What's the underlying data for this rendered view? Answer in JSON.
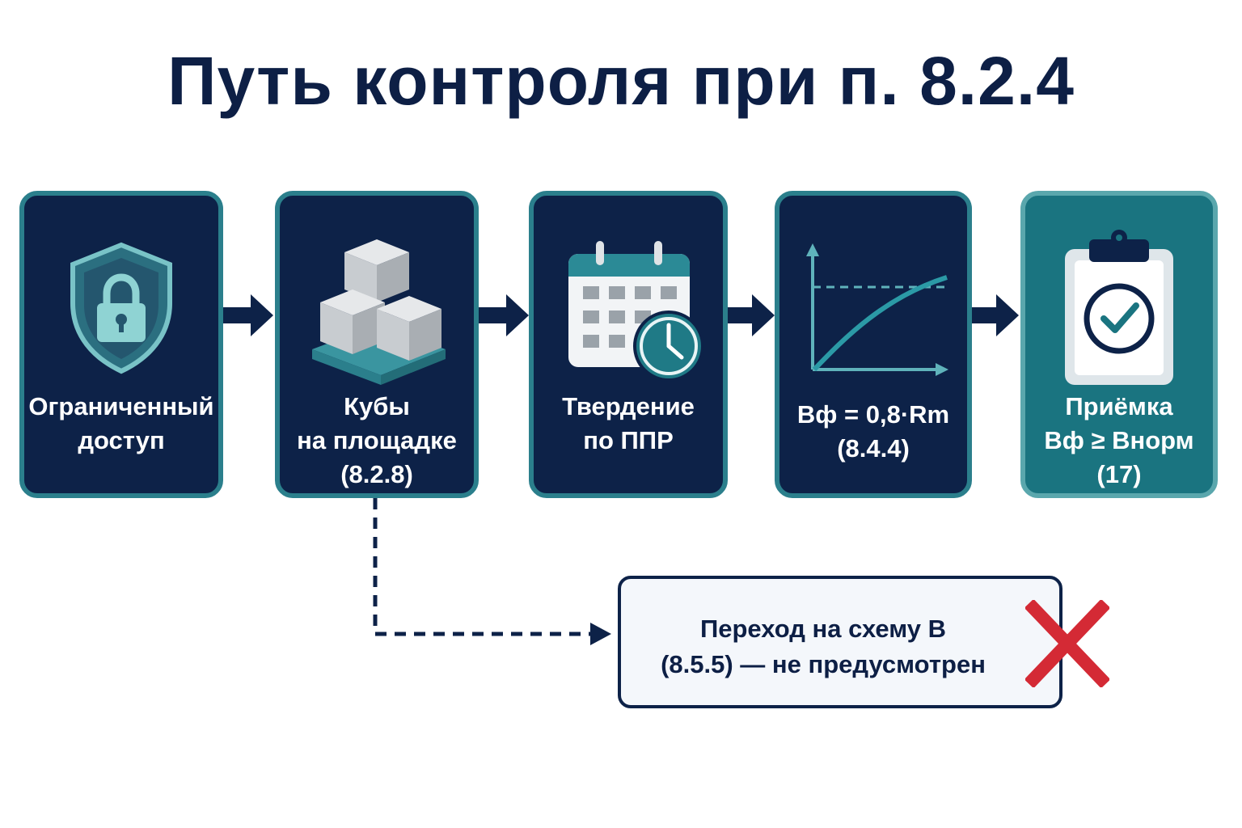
{
  "title": "Путь контроля при п. 8.2.4",
  "steps": [
    {
      "icon": "shield-lock-icon",
      "lines": [
        "Ограниченный",
        "доступ"
      ]
    },
    {
      "icon": "concrete-cubes-icon",
      "lines": [
        "Кубы",
        "на площадке",
        "(8.2.8)"
      ]
    },
    {
      "icon": "calendar-clock-icon",
      "lines": [
        "Твердение",
        "по ППР"
      ]
    },
    {
      "icon": "strength-graph-icon",
      "lines": [
        "Bф = 0,8·Rm",
        "(8.4.4)"
      ]
    },
    {
      "icon": "clipboard-check-icon",
      "lines": [
        "Приёмка",
        "Bф ≥ Bнорм",
        "(17)"
      ]
    }
  ],
  "alternative": {
    "lines": [
      "Переход на схему B",
      "(8.5.5) — не предусмотрен"
    ],
    "status_icon": "red-cross-icon"
  },
  "colors": {
    "navy": "#0d2248",
    "teal": "#2b7f8c",
    "teal_final": "#1a7480",
    "red": "#d42a35"
  }
}
